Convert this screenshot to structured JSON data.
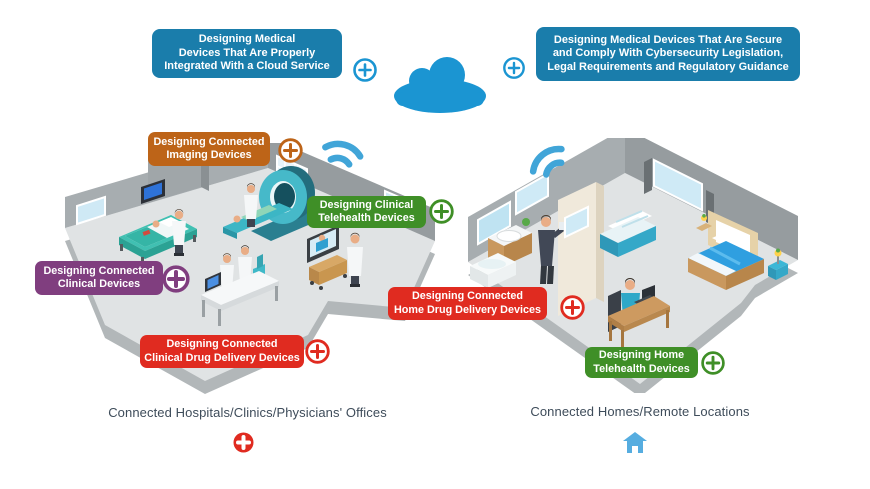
{
  "header": {
    "left_box": "Designing Medical\nDevices That Are Properly\nIntegrated With a Cloud Service",
    "right_box": "Designing Medical Devices That Are Secure\nand Comply With Cybersecurity Legislation,\nLegal Requirements and Regulatory Guidance"
  },
  "labels": {
    "imaging": "Designing Connected\nImaging Devices",
    "clinical_telehealth": "Designing Clinical\nTelehealth Devices",
    "clinical_devices": "Designing Connected\nClinical Devices",
    "clinical_drug": "Designing Connected\nClinical Drug Delivery Devices",
    "home_drug": "Designing Connected\nHome Drug Delivery Devices",
    "home_telehealth": "Designing Home\nTelehealth Devices"
  },
  "captions": {
    "left": "Connected Hospitals/Clinics/Physicians' Offices",
    "right": "Connected Homes/Remote Locations"
  },
  "icons": {
    "cloud": "cloud-icon",
    "plus": "plus-icon",
    "wifi": "wifi-icon",
    "hospital_cross": "hospital-cross-icon",
    "home": "home-icon"
  },
  "colors": {
    "header_blue": "#1a7dab",
    "cloud_blue": "#1b95d2",
    "orange": "#bd6418",
    "green": "#3f8f27",
    "purple": "#803e7f",
    "red": "#e02b20",
    "wifi_blue": "#41a5d8",
    "caption_text": "#3e4c5a",
    "house_blue": "#56ade0"
  }
}
